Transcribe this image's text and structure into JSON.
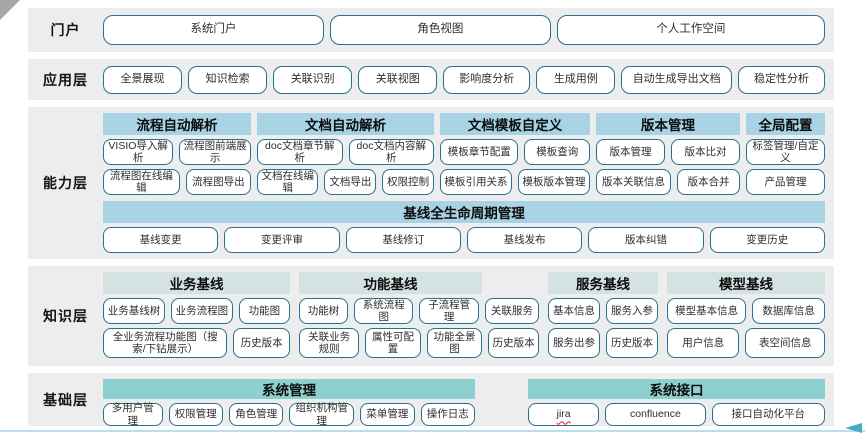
{
  "layers": {
    "portal": {
      "label": "门户",
      "buttons": [
        "系统门户",
        "角色视图",
        "个人工作空间"
      ]
    },
    "application": {
      "label": "应用层",
      "buttons": [
        "全景展现",
        "知识检索",
        "关联识别",
        "关联视图",
        "影响度分析",
        "生成用例",
        "自动生成导出文档",
        "稳定性分析"
      ]
    },
    "capability": {
      "label": "能力层",
      "groups": [
        {
          "title": "流程自动解析",
          "rows": [
            [
              "VISIO导入解析",
              "流程图前端展示"
            ],
            [
              "流程图在线编辑",
              "流程图导出"
            ]
          ]
        },
        {
          "title": "文档自动解析",
          "rows": [
            [
              "doc文档章节解析",
              "doc文档内容解析"
            ],
            [
              "文档在线编辑",
              "文档导出",
              "权限控制"
            ]
          ]
        },
        {
          "title": "文档模板自定义",
          "rows": [
            [
              "模板章节配置",
              "模板查询"
            ],
            [
              "模板引用关系",
              "模板版本管理"
            ]
          ]
        },
        {
          "title": "版本管理",
          "rows": [
            [
              "版本管理",
              "版本比对"
            ],
            [
              "版本关联信息",
              "版本合并"
            ]
          ]
        },
        {
          "title": "全局配置",
          "rows": [
            [
              "标签管理/自定义"
            ],
            [
              "产品管理"
            ]
          ]
        }
      ],
      "baseline": {
        "title": "基线全生命周期管理",
        "buttons": [
          "基线变更",
          "变更评审",
          "基线修订",
          "基线发布",
          "版本纠错",
          "变更历史"
        ]
      }
    },
    "knowledge": {
      "label": "知识层",
      "groups": [
        {
          "title": "业务基线",
          "rows": [
            [
              "业务基线树",
              "业务流程图",
              "功能图"
            ],
            [
              "全业务流程功能图（搜索/下钻展示）",
              "历史版本"
            ]
          ]
        },
        {
          "title": "功能基线",
          "rows": [
            [
              "功能树",
              "系统流程图",
              "子流程管理",
              "关联服务"
            ],
            [
              "关联业务规则",
              "属性可配置",
              "功能全景图",
              "历史版本"
            ]
          ]
        },
        {
          "title": "服务基线",
          "rows": [
            [
              "基本信息",
              "服务入参"
            ],
            [
              "服务出参",
              "历史版本"
            ]
          ]
        },
        {
          "title": "模型基线",
          "rows": [
            [
              "模型基本信息",
              "数据库信息"
            ],
            [
              "用户信息",
              "表空间信息"
            ]
          ]
        }
      ]
    },
    "base": {
      "label": "基础层",
      "groups": [
        {
          "title": "系统管理",
          "buttons": [
            "多用户管理",
            "权限管理",
            "角色管理",
            "组织机构管理",
            "菜单管理",
            "操作日志"
          ]
        },
        {
          "title": "系统接口",
          "buttons": [
            {
              "label": "jira",
              "underline": "red-wavy"
            },
            "confluence",
            "接口自动化平台"
          ]
        }
      ]
    }
  },
  "colors": {
    "band_background": "#ededed",
    "header_blue": "#a7d3e5",
    "header_pale": "#d5e2e2",
    "header_teal": "#8ed0cf",
    "button_border": "#26718e",
    "accent_line": "#b8dff0",
    "accent_arrow": "#45adc0"
  }
}
